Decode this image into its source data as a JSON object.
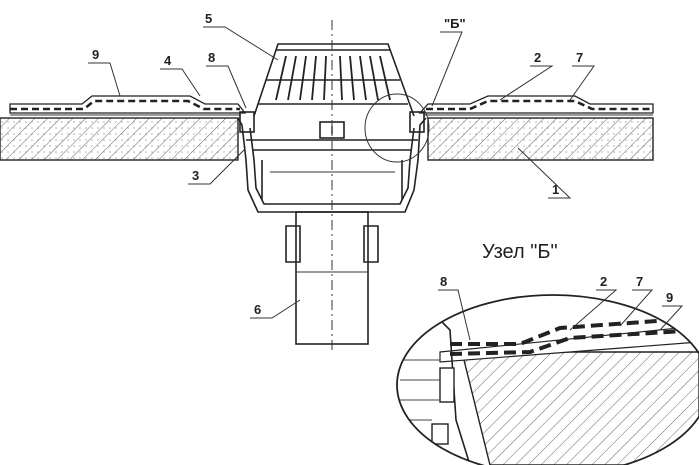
{
  "labels": {
    "n1": "1",
    "n2": "2",
    "n3": "3",
    "n4": "4",
    "n5": "5",
    "n6": "6",
    "n7": "7",
    "n8": "8",
    "n9": "9",
    "node_ref": "\"Б\""
  },
  "detail": {
    "title": "Узел \"Б\"",
    "n2": "2",
    "n7": "7",
    "n8": "8",
    "n9": "9"
  }
}
